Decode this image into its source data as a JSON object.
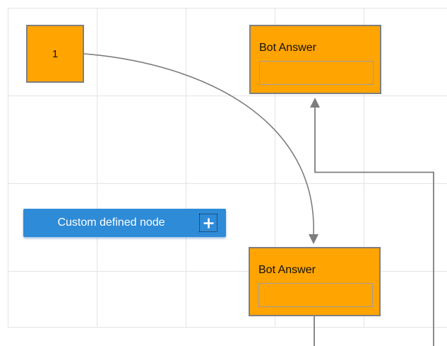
{
  "diagram": {
    "background": "#FFFFFF",
    "grid": {
      "line_color": "#E3E3E3"
    },
    "connectors": {
      "line_color": "#7D7D7D",
      "arrow_color": "#7D7D7D"
    },
    "nodes": {
      "start": {
        "label": "1",
        "fill": "#FFA400",
        "border_color": "#7F7F7F"
      },
      "bot_answer_top": {
        "title": "Bot Answer",
        "input_value": "",
        "fill": "#FFA400",
        "border_color": "#7F7F7F"
      },
      "bot_answer_bottom": {
        "title": "Bot Answer",
        "input_value": "",
        "fill": "#FFA400",
        "border_color": "#7F7F7F"
      },
      "custom": {
        "label": "Custom defined node",
        "fill": "#2E8BD8",
        "text_color": "#FFFFFF",
        "icon": "plus-icon"
      }
    }
  }
}
